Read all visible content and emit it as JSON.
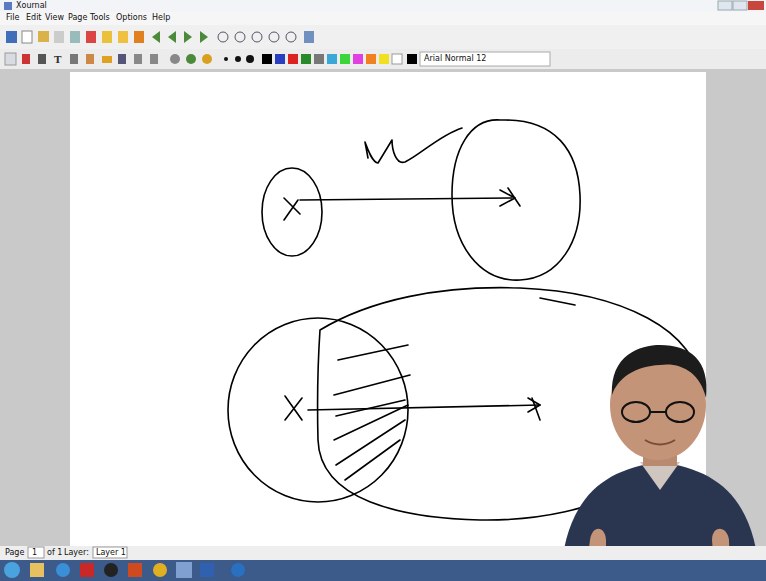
{
  "diagram": {
    "labels": [
      "Xournal",
      "File",
      "Edit",
      "View",
      "Page",
      "Tools",
      "Options",
      "Help",
      "Arial Normal 12",
      "Page",
      "1",
      "of 1",
      "Layer:",
      "Layer 1"
    ]
  }
}
